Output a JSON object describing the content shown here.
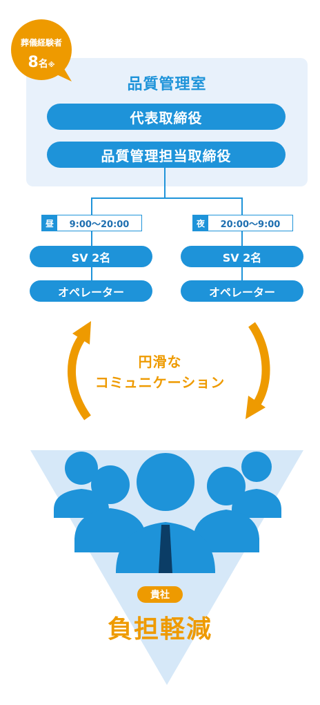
{
  "badge": {
    "line1": "葬儀経験者",
    "count": "8",
    "unit": "名",
    "mark": "※"
  },
  "qc_room": {
    "title": "品質管理室",
    "roles": [
      "代表取締役",
      "品質管理担当取締役"
    ]
  },
  "shifts": [
    {
      "tag": "昼",
      "time": "9:00〜20:00",
      "sv": "SV 2名",
      "operator": "オペレーター"
    },
    {
      "tag": "夜",
      "time": "20:00〜9:00",
      "sv": "SV 2名",
      "operator": "オペレーター"
    }
  ],
  "communication": {
    "line1": "円滑な",
    "line2": "コミュニケーション"
  },
  "client": {
    "tag": "貴社",
    "result": "負担軽減"
  },
  "colors": {
    "blue": "#1e93d9",
    "orange": "#ee9a00",
    "panel": "#e8f1fb",
    "triangle": "#d6e8f8"
  }
}
